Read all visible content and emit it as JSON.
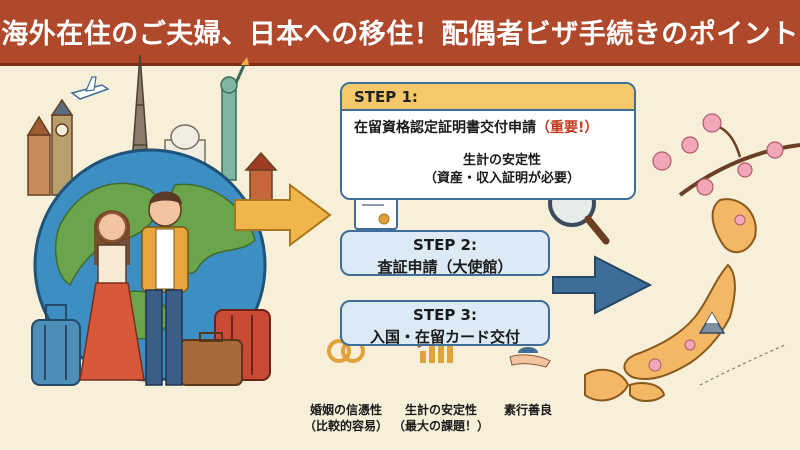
{
  "title": "海外在住のご夫婦、日本への移住！配偶者ビザ手続きのポイント",
  "steps": [
    {
      "label": "STEP 1:",
      "text": "在留資格認定証明書交付申請",
      "note": "（重要!）",
      "sub1": "生計の安定性",
      "sub2": "（資産・収入証明が必要）"
    },
    {
      "label": "STEP 2:",
      "text": "査証申請（大使館）"
    },
    {
      "label": "STEP 3:",
      "text": "入国・在留カード交付"
    }
  ],
  "requirements": [
    {
      "icon": "wedding-rings-icon",
      "line1": "婚姻の信憑性",
      "line2": "（比較的容易）"
    },
    {
      "icon": "growth-chart-icon",
      "line1": "生計の安定性",
      "line2": "（最大の課題！）"
    },
    {
      "icon": "hand-person-icon",
      "line1": "素行善良",
      "line2": ""
    }
  ],
  "colors": {
    "banner": "#b0492c",
    "background": "#f7efd8",
    "box_fill": "#dbeaf4",
    "box_border": "#3e6e98",
    "step1_header": "#f5c86a",
    "arrow_orange": "#f0b64c",
    "arrow_blue": "#3e6e98",
    "japan_map": "#f3b765"
  }
}
